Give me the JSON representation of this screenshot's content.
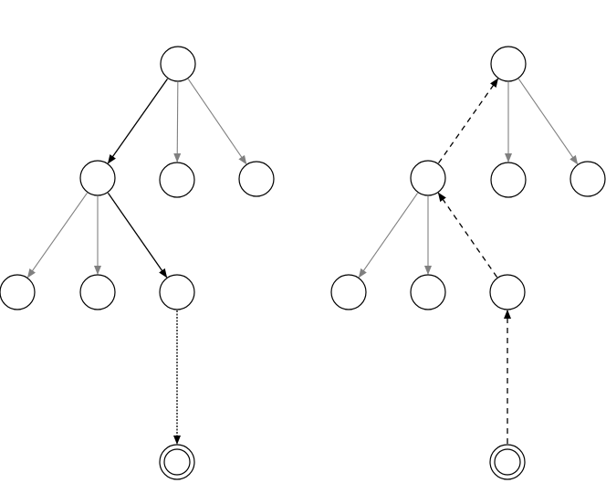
{
  "colors": {
    "background": "#ffffff",
    "node_stroke": "#000000",
    "edge_gray": "#808080",
    "edge_black": "#000000"
  },
  "diagrams": [
    {
      "id": "forward-search-tree",
      "nodes": [
        {
          "id": "root",
          "kind": "state"
        },
        {
          "id": "l1-left",
          "kind": "state"
        },
        {
          "id": "l1-mid",
          "kind": "state"
        },
        {
          "id": "l1-right",
          "kind": "state"
        },
        {
          "id": "l2-left",
          "kind": "state"
        },
        {
          "id": "l2-mid",
          "kind": "state"
        },
        {
          "id": "l2-right",
          "kind": "state"
        },
        {
          "id": "goal",
          "kind": "goal"
        }
      ],
      "edges": [
        {
          "from": "root",
          "to": "l1-left",
          "style": "solid",
          "color": "black"
        },
        {
          "from": "root",
          "to": "l1-mid",
          "style": "solid",
          "color": "gray"
        },
        {
          "from": "root",
          "to": "l1-right",
          "style": "solid",
          "color": "gray"
        },
        {
          "from": "l1-left",
          "to": "l2-left",
          "style": "solid",
          "color": "gray"
        },
        {
          "from": "l1-left",
          "to": "l2-mid",
          "style": "solid",
          "color": "gray"
        },
        {
          "from": "l1-left",
          "to": "l2-right",
          "style": "solid",
          "color": "black"
        },
        {
          "from": "l2-right",
          "to": "goal",
          "style": "dotted",
          "color": "black"
        }
      ]
    },
    {
      "id": "backtracking-tree",
      "nodes": [
        {
          "id": "root",
          "kind": "state"
        },
        {
          "id": "l1-left",
          "kind": "state"
        },
        {
          "id": "l1-mid",
          "kind": "state"
        },
        {
          "id": "l1-right",
          "kind": "state"
        },
        {
          "id": "l2-left",
          "kind": "state"
        },
        {
          "id": "l2-mid",
          "kind": "state"
        },
        {
          "id": "l2-right",
          "kind": "state"
        },
        {
          "id": "goal",
          "kind": "goal"
        }
      ],
      "edges": [
        {
          "from": "root",
          "to": "l1-mid",
          "style": "solid",
          "color": "gray"
        },
        {
          "from": "root",
          "to": "l1-right",
          "style": "solid",
          "color": "gray"
        },
        {
          "from": "l1-left",
          "to": "l2-left",
          "style": "solid",
          "color": "gray"
        },
        {
          "from": "l1-left",
          "to": "l2-mid",
          "style": "solid",
          "color": "gray"
        },
        {
          "from": "l1-left",
          "to": "root",
          "style": "dashed",
          "color": "black"
        },
        {
          "from": "l2-right",
          "to": "l1-left",
          "style": "dashed",
          "color": "black"
        },
        {
          "from": "goal",
          "to": "l2-right",
          "style": "dashed",
          "color": "black"
        }
      ]
    }
  ]
}
